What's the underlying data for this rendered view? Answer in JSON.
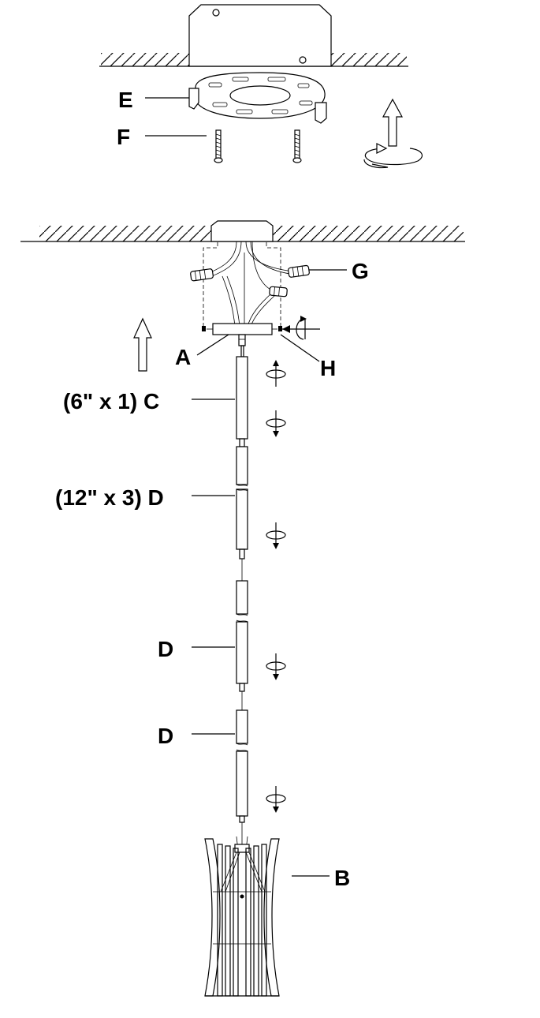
{
  "labels": {
    "E": "E",
    "F": "F",
    "G": "G",
    "A": "A",
    "H": "H",
    "C": "(6\" x 1) C",
    "D1": "(12\" x 3) D",
    "D2": "D",
    "D3": "D",
    "B": "B"
  }
}
